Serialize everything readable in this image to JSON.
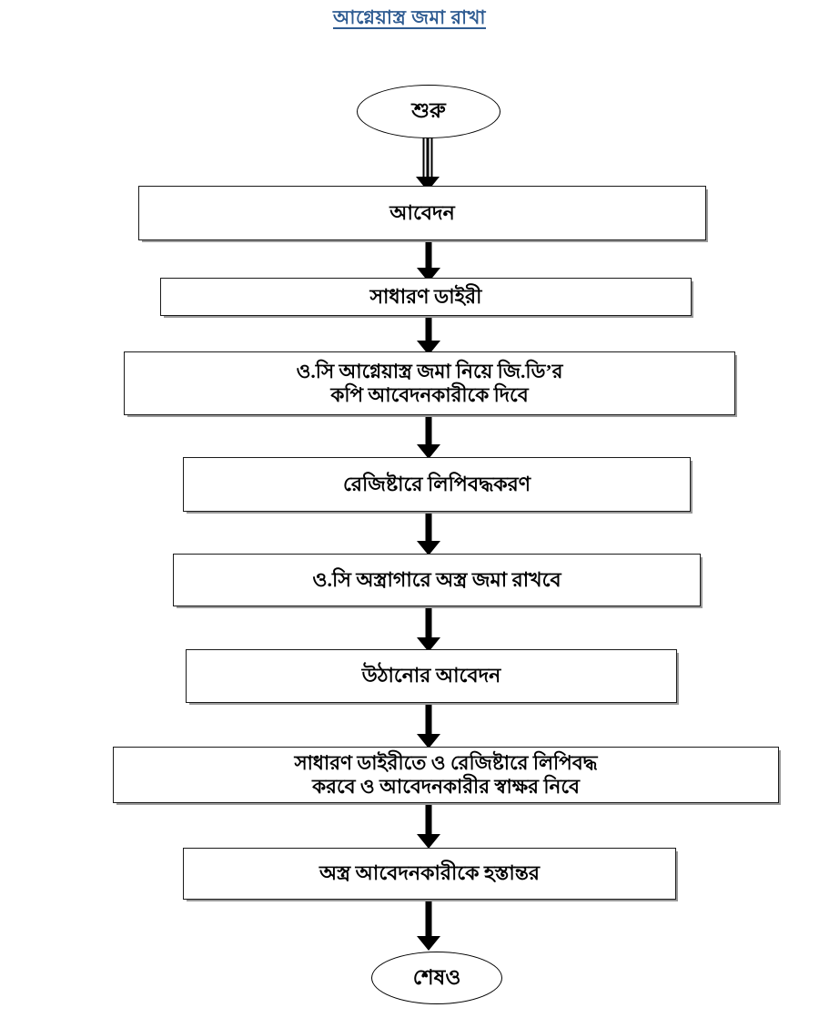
{
  "page": {
    "title": "আগ্নেয়াস্ত্র জমা রাখা",
    "title_color": "#2f5c92",
    "background_color": "#ffffff",
    "shape_border_color": "#000000",
    "arrow_color": "#000000"
  },
  "flowchart": {
    "type": "flowchart",
    "orientation": "top-to-bottom",
    "nodes": [
      {
        "id": "start",
        "shape": "oval",
        "label": "শুরু"
      },
      {
        "id": "step1",
        "shape": "rectangle",
        "label": "আবেদন"
      },
      {
        "id": "step2",
        "shape": "rectangle",
        "label": "সাধারণ ডাইরী"
      },
      {
        "id": "step3",
        "shape": "rectangle",
        "line1": "ও.সি আগ্নেয়াস্ত্র জমা নিয়ে জি.ডি’র",
        "line2": "কপি আবেদনকারীকে দিবে"
      },
      {
        "id": "step4",
        "shape": "rectangle",
        "label": "রেজিষ্টারে লিপিবদ্ধকরণ"
      },
      {
        "id": "step5",
        "shape": "rectangle",
        "label": "ও.সি অস্ত্রাগারে অস্ত্র জমা রাখবে"
      },
      {
        "id": "step6",
        "shape": "rectangle",
        "label": "উঠানোর আবেদন"
      },
      {
        "id": "step7",
        "shape": "rectangle",
        "line1": "সাধারণ ডাইরীতে ও রেজিষ্টারে লিপিবদ্ধ",
        "line2": "করবে ও আবেদনকারীর স্বাক্ষর নিবে"
      },
      {
        "id": "step8",
        "shape": "rectangle",
        "label": "অস্ত্র আবেদনকারীকে হস্তান্তর"
      },
      {
        "id": "end",
        "shape": "oval",
        "label": "শেষও"
      }
    ],
    "edges": [
      {
        "from": "start",
        "to": "step1",
        "style": "outlined-arrow"
      },
      {
        "from": "step1",
        "to": "step2",
        "style": "solid-arrow"
      },
      {
        "from": "step2",
        "to": "step3",
        "style": "solid-arrow"
      },
      {
        "from": "step3",
        "to": "step4",
        "style": "solid-arrow"
      },
      {
        "from": "step4",
        "to": "step5",
        "style": "solid-arrow"
      },
      {
        "from": "step5",
        "to": "step6",
        "style": "solid-arrow"
      },
      {
        "from": "step6",
        "to": "step7",
        "style": "solid-arrow"
      },
      {
        "from": "step7",
        "to": "step8",
        "style": "solid-arrow"
      },
      {
        "from": "step8",
        "to": "end",
        "style": "solid-arrow"
      }
    ]
  }
}
